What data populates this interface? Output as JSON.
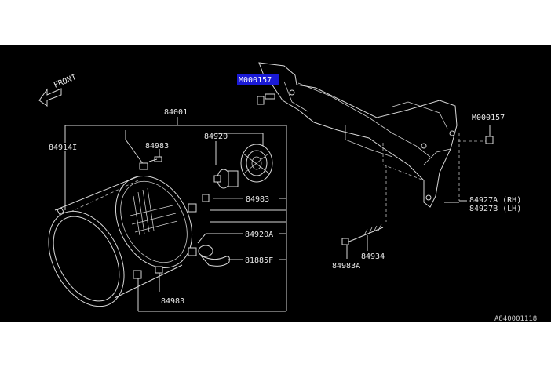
{
  "diagram": {
    "direction_label": "FRONT",
    "labels": {
      "assembly": "84001",
      "bulb_ring": "84914I",
      "screw_top": "84983",
      "bulb": "84920",
      "screw_right": "84983",
      "socket": "84920A",
      "harness": "81885F",
      "screw_bottom": "84983",
      "m_highlight": "M000157",
      "m_right": "M000157",
      "bracket_rh": "84927A (RH)",
      "bracket_lh": "84927B (LH)",
      "adjuster": "84934",
      "adjuster_screw": "84983A"
    },
    "reference": "A840001118"
  },
  "colors": {
    "background": "#000000",
    "lines": "#d8d8d8",
    "highlight": "#1a1ad6"
  }
}
